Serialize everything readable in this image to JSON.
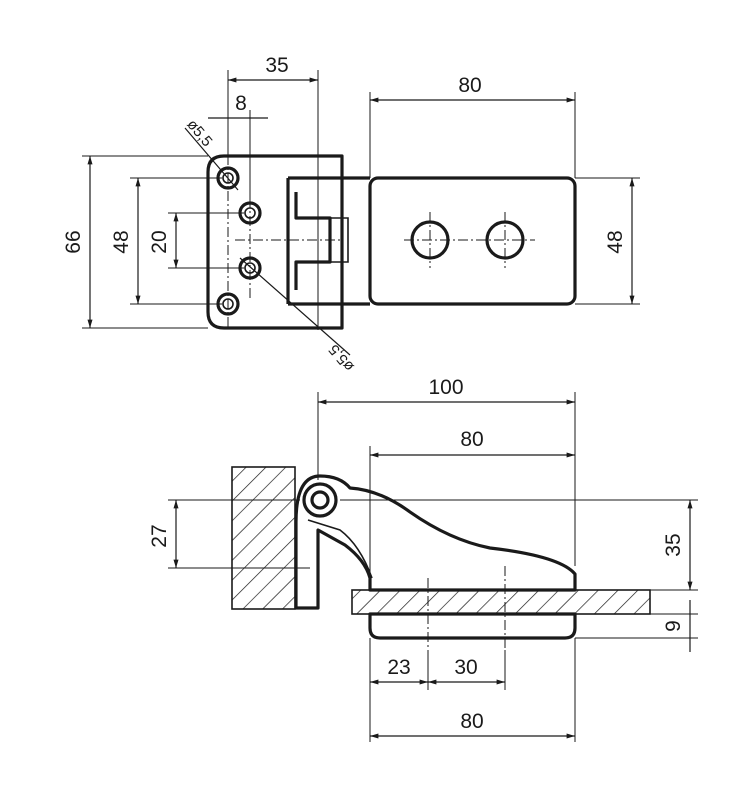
{
  "dimensions": {
    "top_width_35": "35",
    "top_width_8": "8",
    "top_width_80": "80",
    "height_66": "66",
    "height_48_left": "48",
    "height_20": "20",
    "height_48_right": "48",
    "hole_dia_upper": "ø5,5",
    "hole_dia_lower": "ø5,5",
    "side_width_100": "100",
    "side_width_80_upper": "80",
    "side_height_27": "27",
    "side_height_35": "35",
    "side_thickness_9": "9",
    "hole_offset_23": "23",
    "hole_spacing_30": "30",
    "side_width_80_lower": "80"
  },
  "colors": {
    "line": "#1a1a1a",
    "background": "#ffffff"
  }
}
